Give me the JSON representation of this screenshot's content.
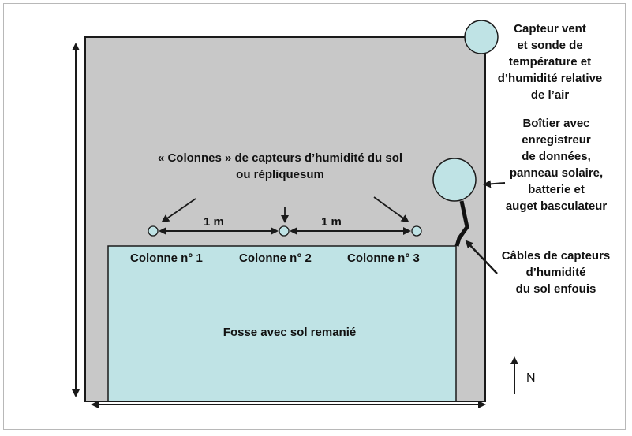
{
  "colors": {
    "plot_fill": "#c8c8c8",
    "pit_fill": "#bfe3e5",
    "sensor_fill": "#bfe3e5",
    "line": "#1a1a1a"
  },
  "labels": {
    "wind_sensor": [
      "Capteur vent",
      "et sonde de",
      "température et",
      "d’humidité relative",
      "de l’air"
    ],
    "logger_box": [
      "Boîtier avec",
      "enregistreur",
      "de données,",
      "panneau solaire,",
      "batterie et",
      "auget basculateur"
    ],
    "columns_title": [
      "« Colonnes » de capteurs d’humidité du sol",
      "ou répliquesum"
    ],
    "distance_1": "1 m",
    "distance_2": "1 m",
    "column_1": "Colonne n° 1",
    "column_2": "Colonne n° 2",
    "column_3": "Colonne n° 3",
    "cables": [
      "Câbles de capteurs",
      "d’humidité",
      "du sol enfouis"
    ],
    "pit": "Fosse avec sol remanié",
    "north": "N"
  },
  "icons": {
    "north_arrow": "north-arrow-icon"
  }
}
